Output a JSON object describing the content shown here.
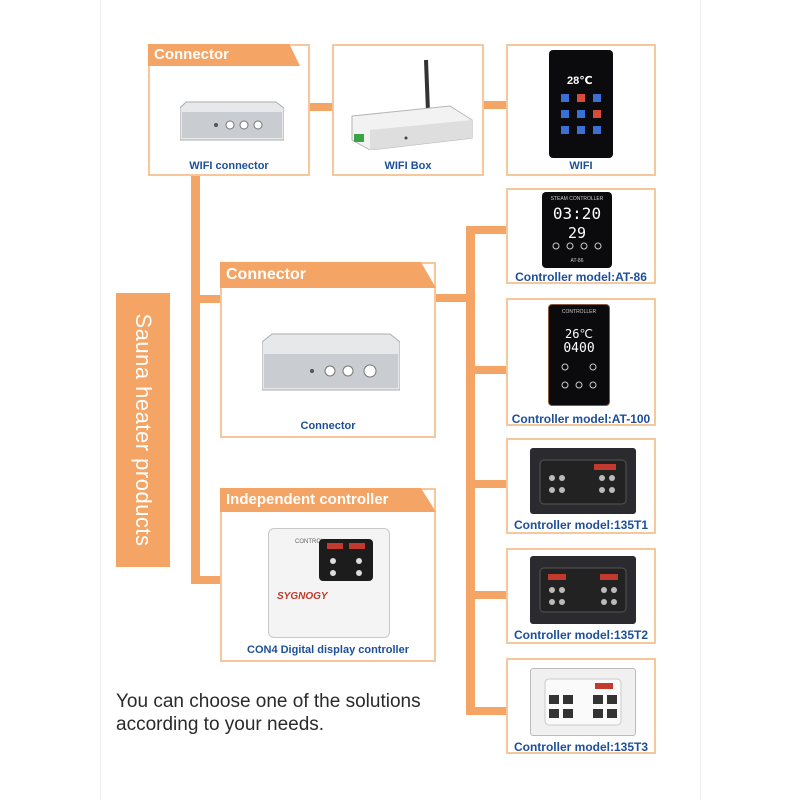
{
  "side_label": "Sauna heater products",
  "note": "You can choose one of the solutions according to your needs.",
  "tabs": {
    "top": "Connector",
    "middle": "Connector",
    "bottom": "Independent controller"
  },
  "devices": {
    "wifi_connector": "WIFI connector",
    "wifi_box": "WIFI Box",
    "wifi": "WIFI",
    "connector": "Connector",
    "con4": "CON4 Digital display controller",
    "at86": "Controller model:AT-86",
    "at100": "Controller model:AT-100",
    "t135_1": "Controller model:135T1",
    "t135_2": "Controller model:135T2",
    "t135_3": "Controller model:135T3"
  },
  "screens": {
    "wifi_temp": "28℃",
    "at86_title": "STEAM CONTROLLER",
    "at86_time": "03:20",
    "at86_temp": "29",
    "at86_model": "AT-86",
    "at100_title": "CONTROLLER",
    "at100_temp": "26℃",
    "at100_time": "0400",
    "con4_title": "CONTROL",
    "con4_brand": "SYGNOGY"
  },
  "colors": {
    "accent": "#f4a464",
    "border": "#f6c79a",
    "caption": "#1d4f9a"
  }
}
